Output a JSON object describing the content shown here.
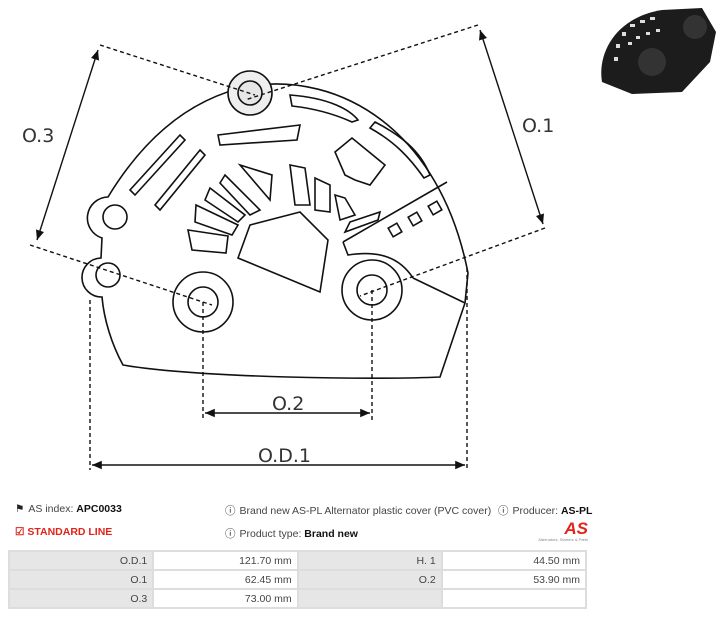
{
  "drawing": {
    "labels": {
      "o3": "O.3",
      "o1": "O.1",
      "o2": "O.2",
      "od1": "O.D.1"
    }
  },
  "info": {
    "as_index_label": "AS index:",
    "as_index": "APC0033",
    "standard_line": "STANDARD LINE",
    "description": "Brand new AS-PL Alternator plastic cover (PVC cover)",
    "product_type_label": "Product type:",
    "product_type": "Brand new",
    "producer_label": "Producer:",
    "producer": "AS-PL"
  },
  "logo": {
    "mark": "AS",
    "tagline": "Alternators, Starters & Parts"
  },
  "specs": [
    [
      "O.D.1",
      "121.70 mm",
      "H. 1",
      "44.50 mm"
    ],
    [
      "O.1",
      "62.45 mm",
      "O.2",
      "53.90 mm"
    ],
    [
      "O.3",
      "73.00 mm",
      "",
      ""
    ]
  ],
  "colors": {
    "accent": "#e2231a",
    "table_key_bg": "#e6e6e6"
  }
}
